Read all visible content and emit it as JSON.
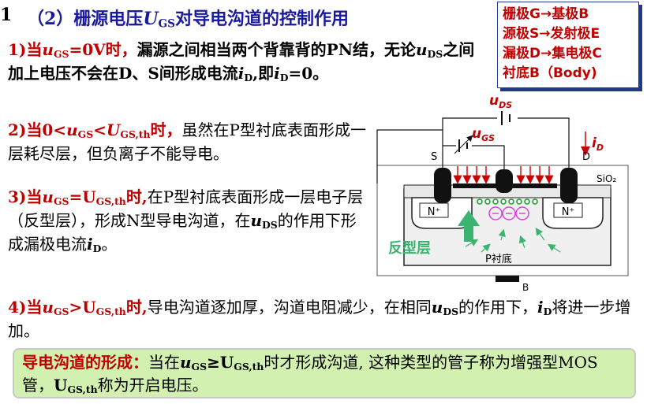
{
  "slide_number": "1",
  "title": {
    "prefix": "（2）栅源电压",
    "sym": "U",
    "sub": "GS",
    "suffix": "对导电沟道的控制作用"
  },
  "legend": [
    "栅极G→基极B",
    "源极S→发射极E",
    "漏极D→集电极C",
    "衬底B（Body)"
  ],
  "p1": {
    "lead": "1)当",
    "sym1": "u",
    "sub1": "GS",
    "val": "=0V时，",
    "t1": "漏源之间相当两个背靠背的PN结，无论",
    "sym2": "u",
    "sub2": "DS",
    "t2": "之间加上电压不会在D、S间形成电流",
    "sym3": "i",
    "sub3": "D",
    "t3": ",即",
    "sym4": "i",
    "sub4": "D",
    "t4": "=0。"
  },
  "p2": {
    "lead": "2)当0<",
    "sym1": "u",
    "sub1": "GS",
    "lt": "<",
    "sym2": "U",
    "sub2": "GS,th",
    "when": "时，",
    "t1": "虽然在P型衬底表面形成一层耗尽层，但负离子不能导电。"
  },
  "p3": {
    "lead": "3)当",
    "sym1": "u",
    "sub1": "GS",
    "eq": "=U",
    "sub2": "GS,th",
    "when": "时,",
    "t1": "在P型衬底表面形成一层电子层（反型层），形成N型导电沟道，在",
    "sym3": "u",
    "sub3": "DS",
    "t2": "的作用下形成漏极电流",
    "sym4": "i",
    "sub4": "D",
    "t3": "。"
  },
  "p4": {
    "lead": "4)当",
    "sym1": "u",
    "sub1": "GS",
    "gt": ">U",
    "sub2": "GS,th",
    "when": "时,",
    "t1": "导电沟道逐加厚，沟道电阻减少，在相同",
    "sym3": "u",
    "sub3": "DS",
    "t2": "的作用下，",
    "sym4": "i",
    "sub4": "D",
    "t3": "将进一步增加。"
  },
  "summary": {
    "label": "导电沟道的形成：",
    "t1": "当在",
    "sym1": "u",
    "sub1": "GS",
    "ge": "≥U",
    "sub2": "GS,th",
    "t2": "时才形成沟道, 这种类型的管子称为增强型MOS管，",
    "sym3": "U",
    "sub3": "GS,th",
    "t3": "称为开启电压。"
  },
  "diagram": {
    "uds_sym": "u",
    "uds_sub": "DS",
    "ugs_sym": "u",
    "ugs_sub": "GS",
    "id_sym": "i",
    "id_sub": "D",
    "s_label": "S",
    "d_label": "D",
    "b_label": "B",
    "sio2_label": "SiO₂",
    "n_left": "N⁺",
    "n_right": "N⁺",
    "inversion_label": "反型层",
    "substrate_label": "P衬底",
    "colors": {
      "oxide": "#e8e8e8",
      "metal": "#111111",
      "field": "#cc0000",
      "electron": "#1a9c2a",
      "ion": "#e040e0",
      "arrow": "#3cb371"
    }
  }
}
